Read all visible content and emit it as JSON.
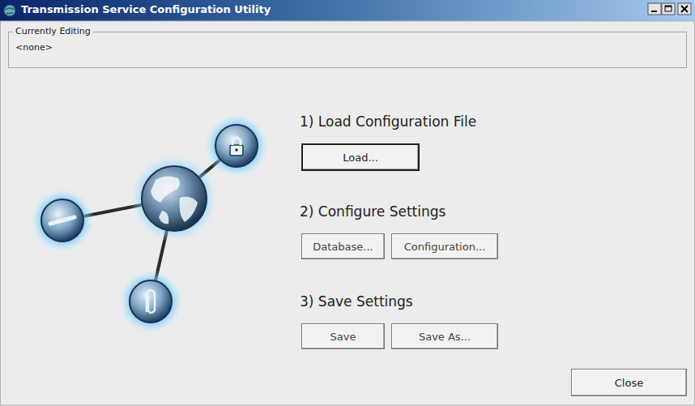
{
  "diagram": {
    "title": "Transmission Service Configuration Utility",
    "nodes": [
      {
        "text": [
          "Currently Editing",
          "<none>"
        ]
      },
      {
        "text": [
          "Load..."
        ]
      },
      {
        "text": [
          "Database..."
        ]
      },
      {
        "text": [
          "Configuration..."
        ]
      },
      {
        "text": [
          "Save"
        ]
      },
      {
        "text": [
          "Save As..."
        ]
      },
      {
        "text": [
          "Close"
        ]
      }
    ],
    "labels": [
      "1) Load Configuration File",
      "2) Configure Settings",
      "3) Save Settings"
    ]
  }
}
